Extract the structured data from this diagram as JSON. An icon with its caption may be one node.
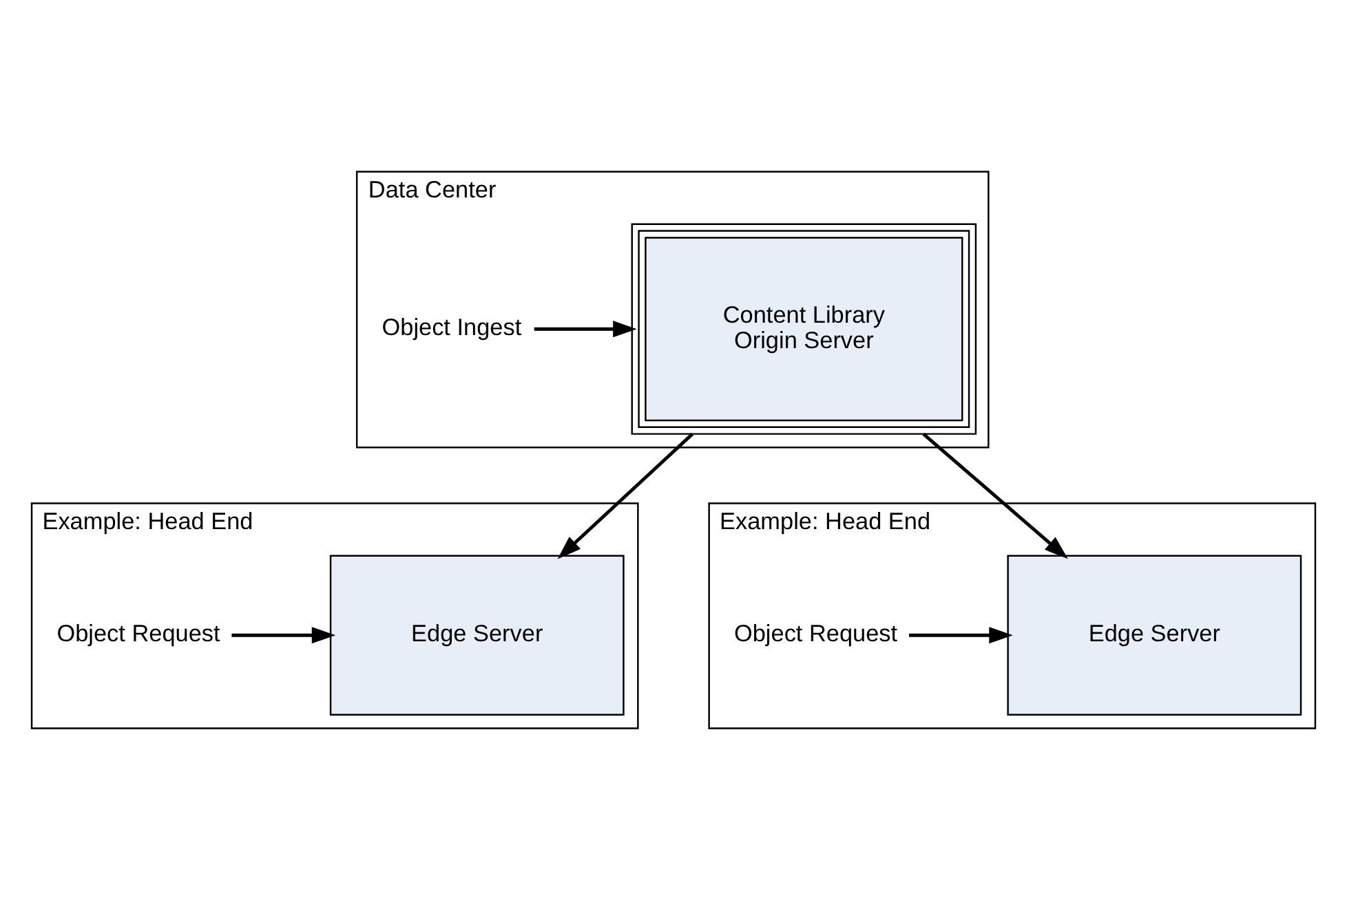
{
  "diagram": {
    "nodes": [
      {
        "text": [
          "Data Center"
        ]
      },
      {
        "text": [
          "Content Library",
          "Origin Server"
        ],
        "in": 0
      },
      {
        "text": [
          "Object Ingest"
        ],
        "in": 0
      },
      {
        "text": [
          "Example: Head End"
        ]
      },
      {
        "text": [
          "Object Request"
        ],
        "in": 3
      },
      {
        "text": [
          "Edge Server"
        ],
        "in": 3
      },
      {
        "text": [
          "Example: Head End"
        ]
      },
      {
        "text": [
          "Object Request"
        ],
        "in": 6
      },
      {
        "text": [
          "Edge Server"
        ],
        "in": 6
      }
    ],
    "edges": [
      {
        "from": 2,
        "to": 1,
        "arrow": "to"
      },
      {
        "from": 1,
        "to": 5,
        "arrow": "to"
      },
      {
        "from": 1,
        "to": 8,
        "arrow": "to"
      },
      {
        "from": 4,
        "to": 5,
        "arrow": "to"
      },
      {
        "from": 7,
        "to": 8,
        "arrow": "to"
      }
    ]
  }
}
